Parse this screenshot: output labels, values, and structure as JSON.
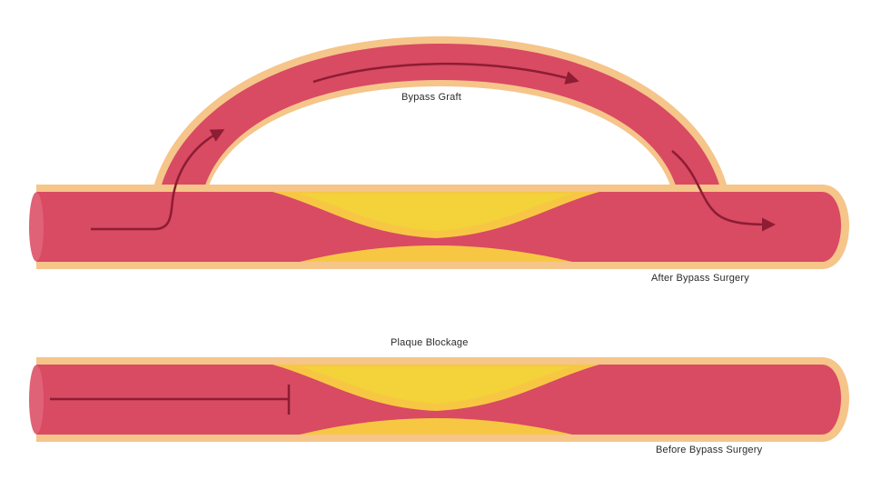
{
  "labels": {
    "bypass_graft": "Bypass Graft",
    "after": "After Bypass Surgery",
    "plaque": "Plaque Blockage",
    "before": "Before Bypass Surgery"
  },
  "colors": {
    "vessel_outline": "#f5c58a",
    "vessel": "#d94a63",
    "vessel_light": "#e06277",
    "plaque_outer": "#f7c744",
    "plaque_inner": "#f3d23a",
    "arrow": "#8c1d33",
    "background": "#ffffff"
  }
}
